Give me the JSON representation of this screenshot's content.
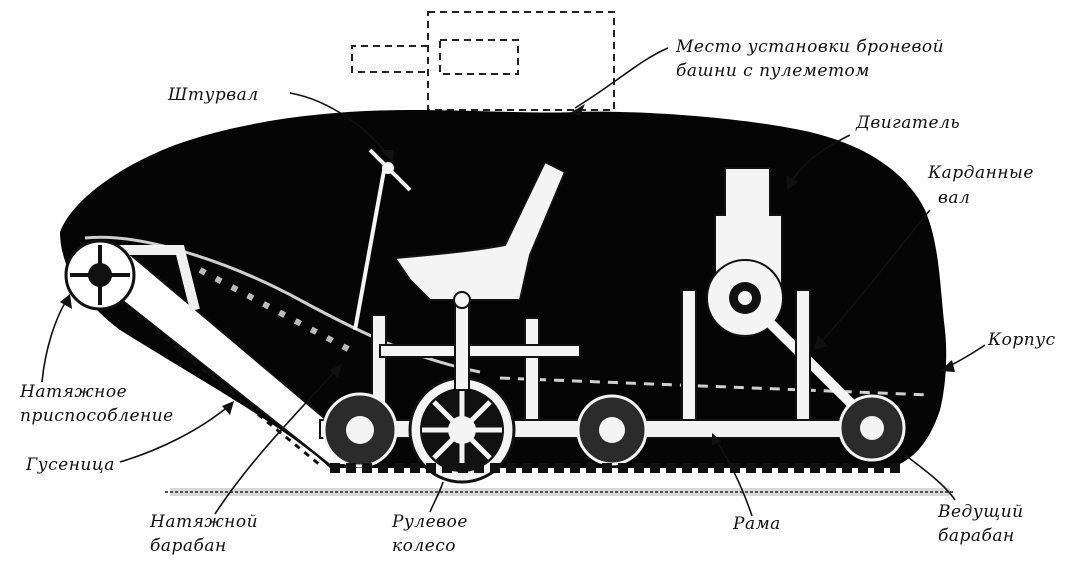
{
  "diagram": {
    "labels": {
      "turret_mount": [
        "Место установки броневой",
        "башни с пулеметом"
      ],
      "steering_wheel": [
        "Штурвал"
      ],
      "engine": [
        "Двигатель"
      ],
      "cardan_shafts": [
        "Карданные",
        "вал"
      ],
      "hull": [
        "Корпус"
      ],
      "tension_device": [
        "Натяжное",
        "приспособление"
      ],
      "track": [
        "Гусеница"
      ],
      "idler_drum": [
        "Натяжной",
        "барабан"
      ],
      "steering_wheel_road": [
        "Рулевое",
        "колесо"
      ],
      "frame": [
        "Рама"
      ],
      "drive_drum": [
        "Ведущий",
        "барабан"
      ]
    },
    "colors": {
      "background": "#ffffff",
      "hull_fill": "#050505",
      "line": "#111111",
      "highlight": "#f4f4f4"
    }
  }
}
